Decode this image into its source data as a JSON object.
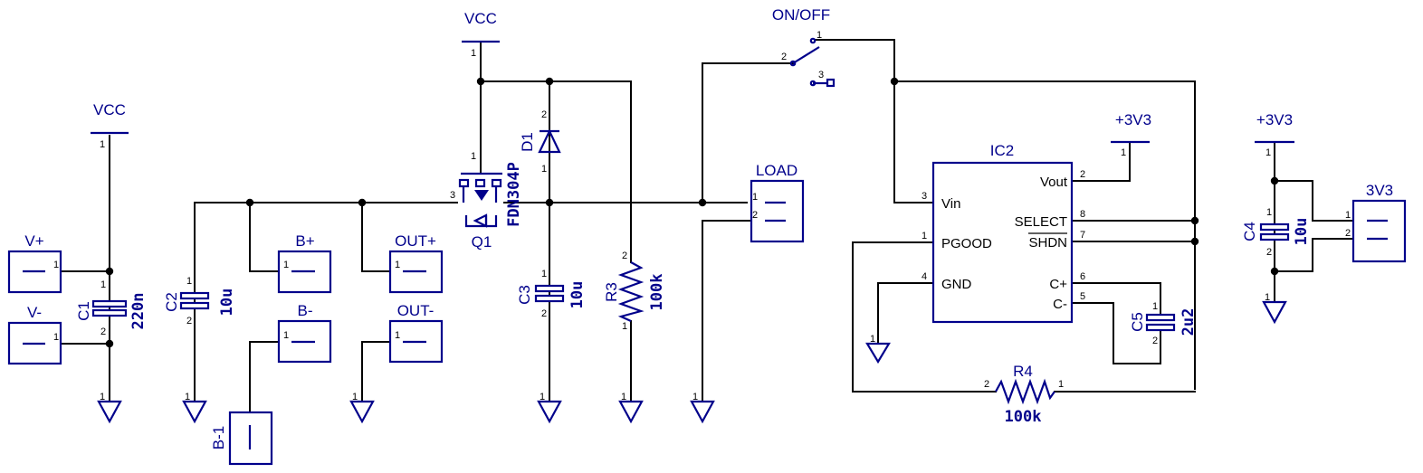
{
  "labels": {
    "vcc_top": "VCC",
    "vcc_left": "VCC",
    "switch": "ON/OFF",
    "p3v3_ic": "+3V3",
    "p3v3_right": "+3V3",
    "conn_vplus": "V+",
    "conn_vminus": "V-",
    "conn_bplus": "B+",
    "conn_bminus": "B-",
    "conn_b1": "B-1",
    "conn_outplus": "OUT+",
    "conn_outminus": "OUT-",
    "conn_load": "LOAD",
    "conn_3v3": "3V3",
    "ic2": "IC2",
    "q1_name": "Q1",
    "q1_part": "FDN304P",
    "d1": "D1",
    "c1": "C1",
    "c1_val": "220n",
    "c2": "C2",
    "c2_val": "10u",
    "c3": "C3",
    "c3_val": "10u",
    "c4": "C4",
    "c4_val": "10u",
    "c5": "C5",
    "c5_val": "2u2",
    "r3": "R3",
    "r3_val": "100k",
    "r4": "R4",
    "r4_val": "100k"
  },
  "ic_pins": {
    "vin": "Vin",
    "pgood": "PGOOD",
    "gnd": "GND",
    "vout": "Vout",
    "select": "SELECT",
    "shdn": "SHDN",
    "cp": "C+",
    "cm": "C-"
  },
  "pin_numbers": {
    "one": "1",
    "two": "2",
    "three": "3",
    "four": "4",
    "five": "5",
    "six": "6",
    "seven": "7",
    "eight": "8"
  },
  "colors": {
    "wire": "#000000",
    "symbol": "#00008b",
    "background": "#ffffff"
  }
}
